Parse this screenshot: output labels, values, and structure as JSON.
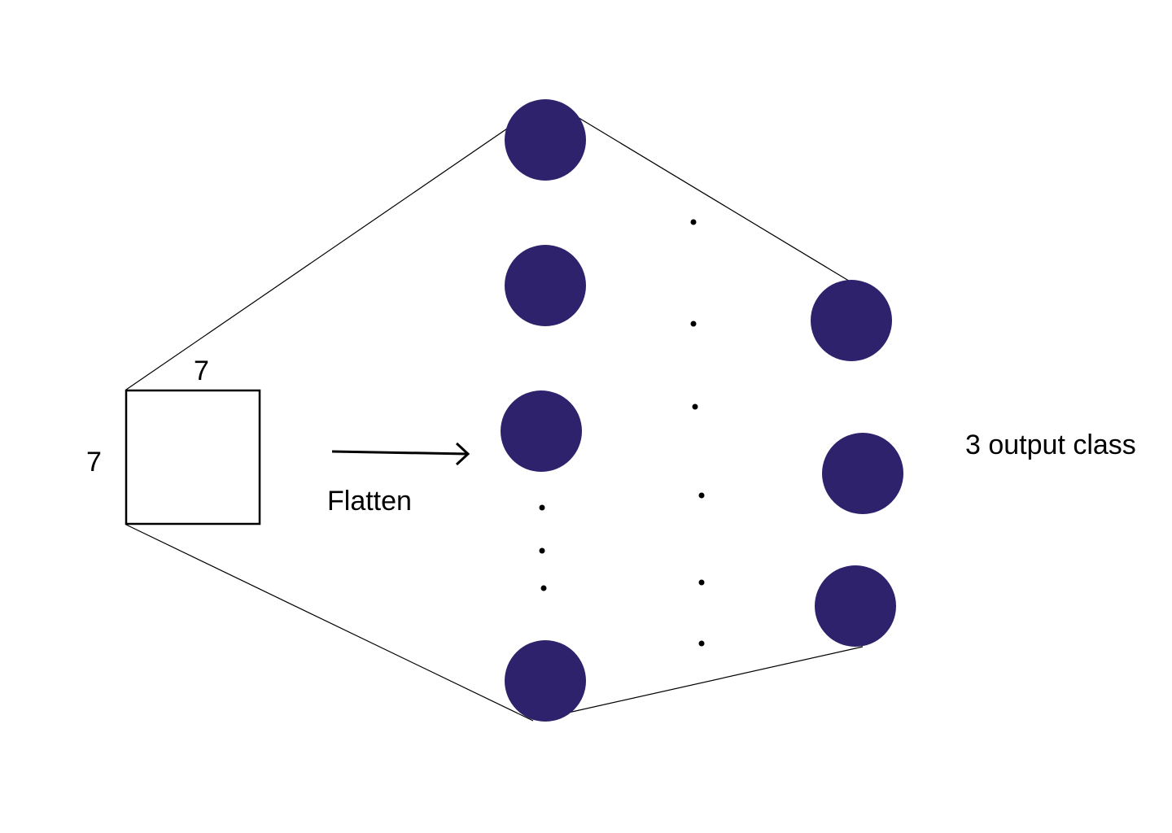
{
  "labels": {
    "width_label": "7",
    "height_label": "7",
    "flatten_label": "Flatten",
    "output_label": "3 output class"
  },
  "colors": {
    "node_fill": "#2d226b",
    "line": "#000000",
    "background": "#ffffff"
  }
}
